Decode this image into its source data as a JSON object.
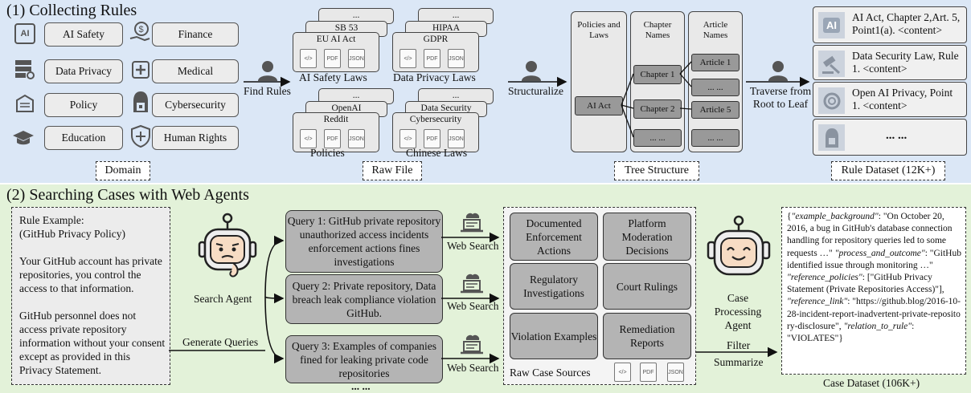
{
  "section1": {
    "title": "(1) Collecting Rules"
  },
  "domains": {
    "items": [
      "AI Safety",
      "Finance",
      "Data Privacy",
      "Medical",
      "Policy",
      "Cybersecurity",
      "Education",
      "Human Rights"
    ],
    "label": "Domain"
  },
  "find_rules": "Find Rules",
  "raw_file": {
    "label": "Raw File",
    "groups": [
      {
        "caption": "AI Safety Laws",
        "docs": [
          "...",
          "SB 53",
          "EU AI Act"
        ]
      },
      {
        "caption": "Data Privacy Laws",
        "docs": [
          "...",
          "HIPAA",
          "GDPR"
        ]
      },
      {
        "caption": "Policies",
        "docs": [
          "...",
          "OpenAI",
          "Reddit"
        ]
      },
      {
        "caption": "Chinese Laws",
        "docs": [
          "...",
          "Data Security",
          "Cybersecurity"
        ]
      }
    ],
    "file_icons": [
      "</>",
      "PDF",
      "JSON"
    ]
  },
  "structuralize": "Structuralize",
  "tree": {
    "label": "Tree Structure",
    "col1_header": "Policies and Laws",
    "col2_header": "Chapter Names",
    "col3_header": "Article Names",
    "root": "AI Act",
    "chapters": [
      "Chapter 1",
      "Chapter 2",
      "... ..."
    ],
    "articles": [
      "Article 1",
      "... ...",
      "Article 5",
      "... ..."
    ]
  },
  "traverse": "Traverse from Root to Leaf",
  "rule_dataset": {
    "label": "Rule Dataset (12K+)",
    "items": [
      "AI Act, Chapter 2,Art. 5, Point1(a). <content>",
      "Data Security Law, Rule 1. <content>",
      "Open AI Privacy, Point 1. <content>",
      "... ..."
    ]
  },
  "section2": {
    "title": "(2) Searching Cases with Web Agents"
  },
  "rule_example": {
    "title": "Rule Example:",
    "subtitle": "(GitHub Privacy Policy)",
    "para1": "Your GitHub account has private repositories, you control the access to that information.",
    "para2": "GitHub personnel does not access private repository information without your consent except as provided in this Privacy Statement."
  },
  "search_agent": "Search Agent",
  "generate_queries": "Generate Queries",
  "queries": [
    "Query 1: GitHub private repository unauthorized access incidents enforcement actions fines investigations",
    "Query 2: Private repository, Data breach leak compliance violation GitHub.",
    "Query 3: Examples of companies fined for leaking private code repositories"
  ],
  "queries_more": "... ...",
  "web_search": "Web Search",
  "sources": {
    "items": [
      "Documented Enforcement Actions",
      "Platform Moderation Decisions",
      "Regulatory Investigations",
      "Court Rulings",
      "Violation Examples",
      "Remediation Reports"
    ],
    "label": "Raw Case Sources"
  },
  "case_agent": "Case Processing Agent",
  "filter": "Filter",
  "summarize": "Summarize",
  "case_example": {
    "k1": "\"example_background\"",
    "v1": ": \"On October 20, 2016, a bug in GitHub's database connection handling for repository queries led to some requests …\"",
    "k2": "\"process_and_outcome\"",
    "v2": ": \"GitHub identified issue through monitoring …\"",
    "k3": "\"reference_policies\"",
    "v3": ": [\"GitHub Privacy Statement (Private Repositories Access)\"],",
    "k4": "\"reference_link\"",
    "v4": ": \"https://github.blog/2016-10-28-incident-report-inadvertent-private-repository-disclosure\",",
    "k5": "\"relation_to_rule\"",
    "v5": ": \"VIOLATES\"}"
  },
  "case_dataset": "Case Dataset (106K+)",
  "colors": {
    "top_bg": "#dbe7f6",
    "bottom_bg": "#e3f2d9",
    "box_gray": "#b4b4b4",
    "node_gray": "#999999"
  }
}
